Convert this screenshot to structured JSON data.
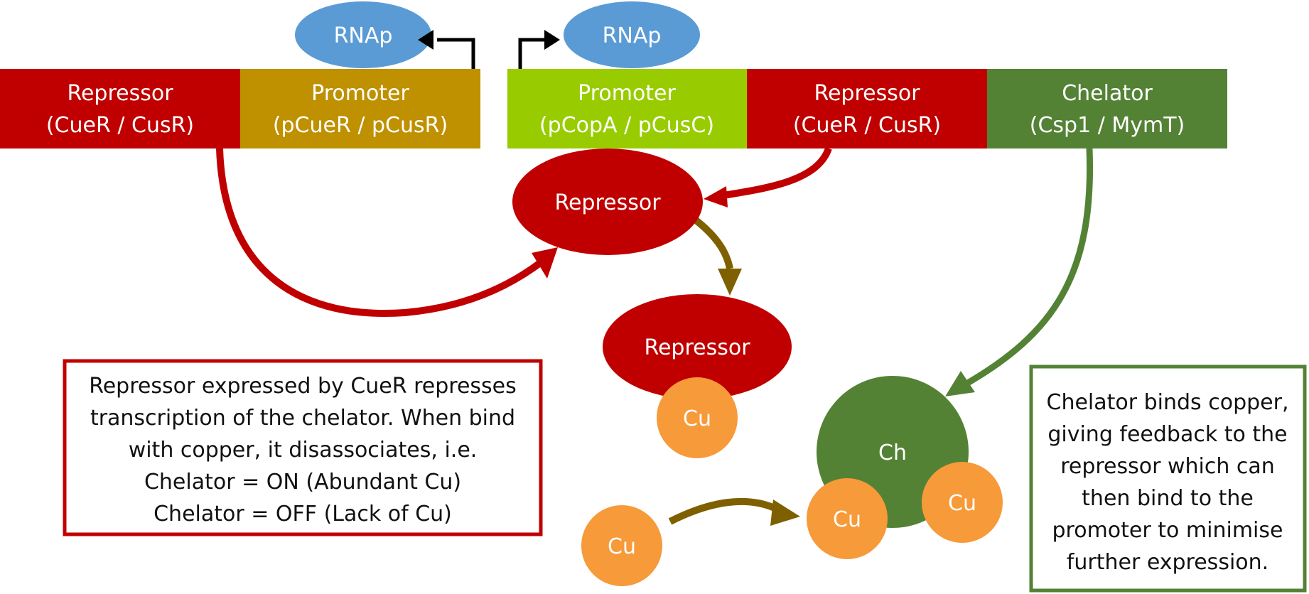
{
  "genes": [
    {
      "line1": "Repressor",
      "line2": "(CueR / CusR)"
    },
    {
      "line1": "Promoter",
      "line2": "(pCueR / pCusR)"
    },
    {
      "line1": "Promoter",
      "line2": "(pCopA / pCusC)"
    },
    {
      "line1": "Repressor",
      "line2": "(CueR / CusR)"
    },
    {
      "line1": "Chelator",
      "line2": "(Csp1 / MymT)"
    }
  ],
  "rnap": [
    "RNAp",
    "RNAp"
  ],
  "molecules": {
    "repressor_free": "Repressor",
    "repressor_bound": "Repressor",
    "cu_bound_repressor": "Cu",
    "cu_free": "Cu",
    "chelator": "Ch",
    "cu_chelator_1": "Cu",
    "cu_chelator_2": "Cu"
  },
  "left_note": {
    "lines": [
      "Repressor expressed by CueR represses",
      "transcription of the chelator. When bind",
      "with copper, it disassociates, i.e.",
      "Chelator = ON (Abundant Cu)",
      "Chelator = OFF (Lack of Cu)"
    ]
  },
  "right_note": {
    "lines": [
      "Chelator binds copper,",
      "giving feedback to the",
      "repressor which can",
      "then bind to the",
      "promoter to minimise",
      "further expression."
    ]
  },
  "colors": {
    "repressor": "#c00000",
    "promoter_left": "#bf9000",
    "promoter_right": "#99cc00",
    "chelator": "#548235",
    "rnap": "#5b9bd5",
    "copper": "#f79a3a",
    "binding_arrow": "#7f6000"
  }
}
